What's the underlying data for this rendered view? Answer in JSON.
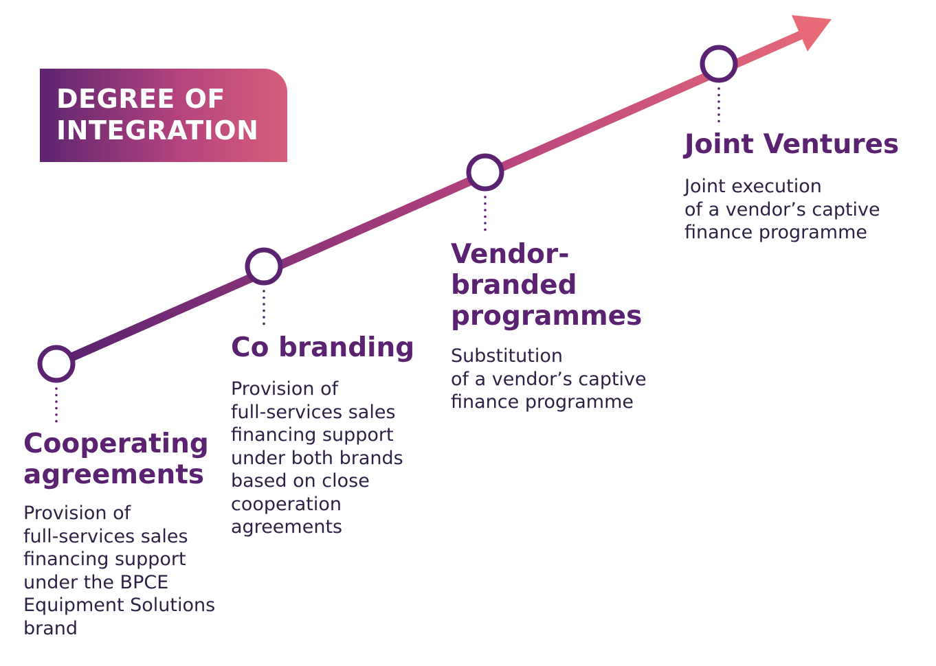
{
  "title": {
    "line1": "DEGREE OF",
    "line2": "INTEGRATION"
  },
  "colors": {
    "start": "#5a2270",
    "end": "#e96b78",
    "node": "#5a2270",
    "heading": "#5a2270",
    "body": "#2e1f45"
  },
  "stages": [
    {
      "heading": [
        "Cooperating",
        "agreements"
      ],
      "description": [
        "Provision of",
        "full-services sales",
        "financing support",
        "under the BPCE",
        "Equipment Solutions",
        "brand"
      ]
    },
    {
      "heading": [
        "Co branding"
      ],
      "description": [
        "Provision of",
        "full-services sales",
        "financing support",
        "under both brands",
        "based on close",
        "cooperation",
        "agreements"
      ]
    },
    {
      "heading": [
        "Vendor-",
        "branded",
        "programmes"
      ],
      "description": [
        "Substitution",
        "of a vendor’s captive",
        "finance programme"
      ]
    },
    {
      "heading": [
        "Joint Ventures"
      ],
      "description": [
        "Joint execution",
        "of a vendor’s captive",
        "finance programme"
      ]
    }
  ]
}
